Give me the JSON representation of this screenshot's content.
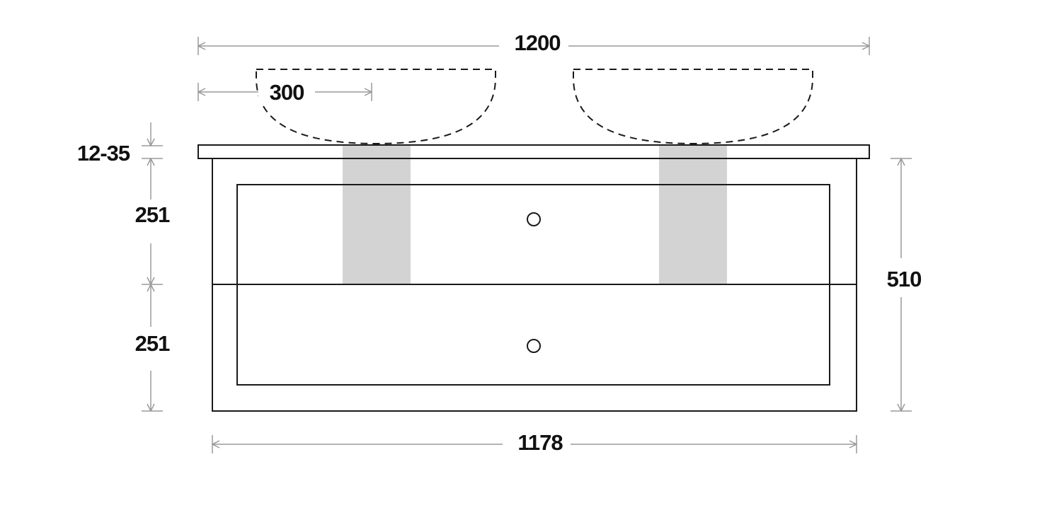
{
  "dimensions": {
    "overall_width": "1200",
    "basin_offset": "300",
    "countertop_thickness": "12-35",
    "drawer_top_height": "251",
    "drawer_bottom_height": "251",
    "cabinet_height": "510",
    "cabinet_width": "1178"
  },
  "colors": {
    "line": "#1a1a1a",
    "dimension": "#9a9a9a",
    "pipe": "#d3d3d3"
  }
}
